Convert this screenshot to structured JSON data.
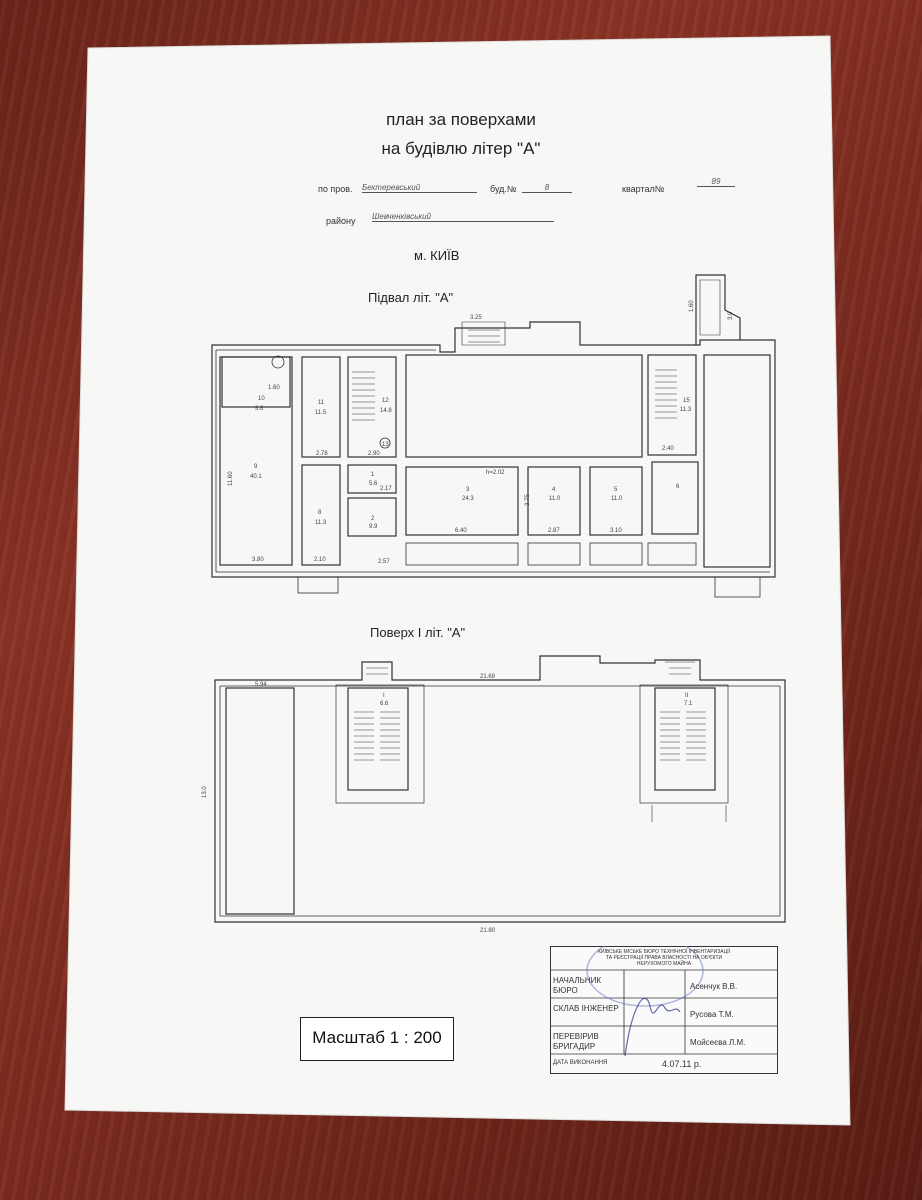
{
  "document": {
    "title_line1": "план за  поверхами",
    "title_line2": "на будівлю  літер \"А\"",
    "street_label": "по пров.",
    "street_value": "Бехтеревський",
    "building_label": "буд.№",
    "building_value": "8",
    "quarter_label": "квартал№",
    "quarter_value": "89",
    "district_label": "району",
    "district_value": "Шевченківський",
    "city": "м.  КИЇВ"
  },
  "basement": {
    "heading": "Підвал літ. \"А\"",
    "labels": [
      "3.25",
      "10",
      "3.8",
      "11",
      "11.5",
      "12",
      "14.8",
      "1.60",
      "11.60",
      "9",
      "40.1",
      "2.78",
      "2.90",
      "13",
      "1",
      "5.6",
      "2.17",
      "8",
      "11.3",
      "2",
      "9.9",
      "h=2.02",
      "3",
      "24.3",
      "4",
      "11.0",
      "5",
      "11.0",
      "15",
      "11.3",
      "6",
      "3.80",
      "2.10",
      "2.57",
      "6.40",
      "2.87",
      "3.10",
      "3.75",
      "2.40",
      "1.60",
      "3.0"
    ]
  },
  "floor1": {
    "heading": "Поверх  І літ. \"А\"",
    "labels": [
      "5.94",
      "21.69",
      "13.0",
      "I",
      "6.6",
      "II",
      "7.1",
      "21.80"
    ]
  },
  "scale": {
    "text": "Масштаб 1 : 200"
  },
  "stamp": {
    "header": [
      "КИЇВСЬКЕ МІСЬКЕ БЮРО ТЕХНІЧНОЇ ІНВЕНТАРИЗАЦІЇ",
      "ТА РЕЄСТРАЦІЇ ПРАВА ВЛАСНОСТІ НА ОБ'ЄКТИ",
      "НЕРУХОМОГО МАЙНА"
    ],
    "rows": [
      {
        "role": "НАЧАЛЬНИК БЮРО",
        "name": "Асенчук В.В."
      },
      {
        "role": "СКЛАВ ІНЖЕНЕР",
        "name": "Русова Т.М."
      },
      {
        "role": "ПЕРЕВІРИВ БРИГАДИР",
        "name": "Мойсеєва Л.М."
      }
    ],
    "date_label": "ДАТА ВИКОНАННЯ",
    "date_value": "4.07.11 р."
  }
}
